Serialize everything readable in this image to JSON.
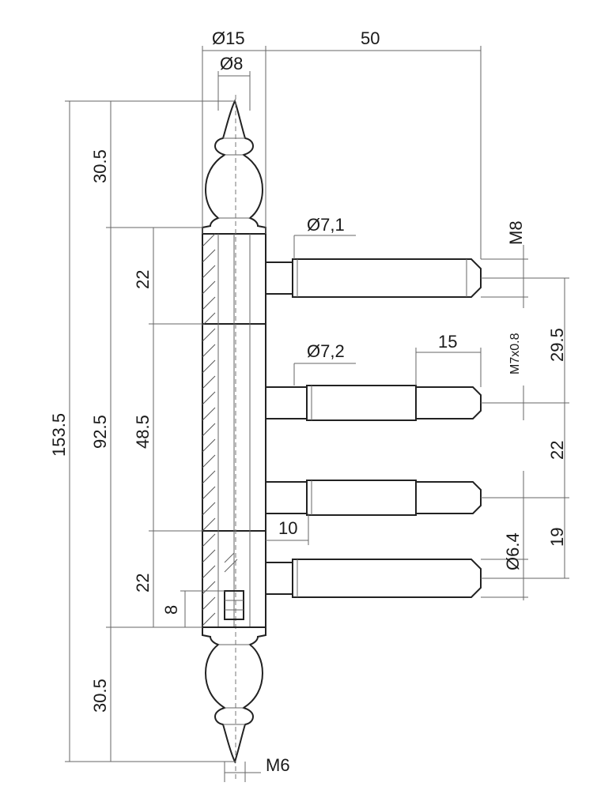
{
  "dimensions": {
    "top_diameter_outer": "Ø15",
    "top_diameter_inner": "Ø8",
    "top_width": "50",
    "overall_height": "153.5",
    "body_height": "92.5",
    "top_cap_height": "30.5",
    "bottom_cap_height": "30.5",
    "upper_segment": "22",
    "middle_segment": "48.5",
    "lower_segment": "22",
    "screw_depth": "8",
    "pin1_diameter": "Ø7,1",
    "pin2_diameter": "Ø7,2",
    "thread_length": "15",
    "offset": "10",
    "thread_m8": "M8",
    "thread_m7": "M7x0.8",
    "pin_spacing_1": "29.5",
    "pin_spacing_2": "22",
    "pin_spacing_3": "19",
    "pin4_diameter": "Ø6.4",
    "bottom_thread": "M6"
  }
}
